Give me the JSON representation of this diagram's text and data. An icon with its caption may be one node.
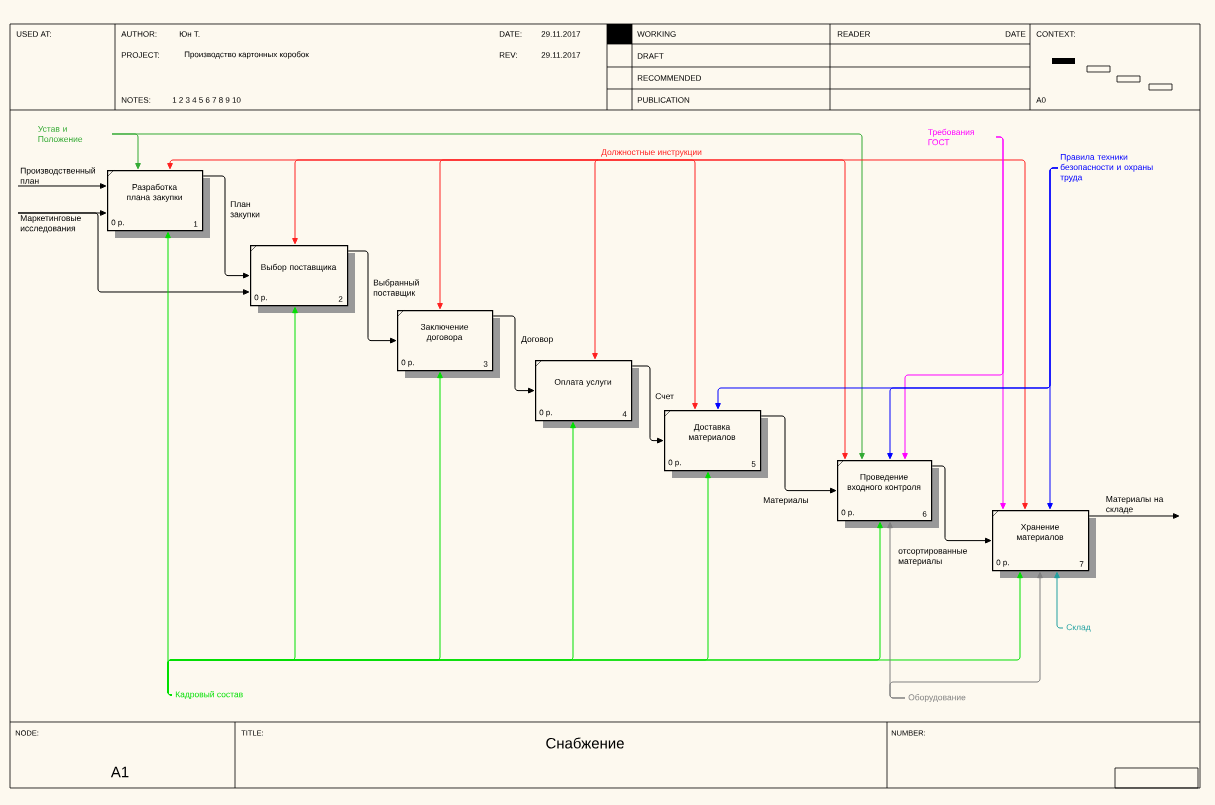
{
  "diagram": {
    "title": "Снабжение",
    "nodes": [
      {
        "text": [
          "Разработка плана закупки",
          "0 р.",
          "1"
        ]
      },
      {
        "text": [
          "Выбор поставщика",
          "0 р.",
          "2"
        ]
      },
      {
        "text": [
          "Заключение договора",
          "0 р.",
          "3"
        ]
      },
      {
        "text": [
          "Оплата услуги",
          "0 р.",
          "4"
        ]
      },
      {
        "text": [
          "Доставка материалов",
          "0 р.",
          "5"
        ]
      },
      {
        "text": [
          "Проведение входного контроля",
          "0 р.",
          "6"
        ]
      },
      {
        "text": [
          "Хранение материалов",
          "0 р.",
          "7"
        ]
      },
      {
        "text": [
          "Производственный план"
        ]
      },
      {
        "text": [
          "Маркетинговые исследования"
        ]
      },
      {
        "text": [
          "Устав и Положение"
        ]
      },
      {
        "text": [
          "Должностные инструкции"
        ]
      },
      {
        "text": [
          "Требования ГОСТ"
        ]
      },
      {
        "text": [
          "Правила техники безопасности и охраны труда"
        ]
      },
      {
        "text": [
          "Кадровый состав"
        ]
      },
      {
        "text": [
          "Оборудование"
        ]
      },
      {
        "text": [
          "Склад"
        ]
      },
      {
        "text": [
          "Материалы на складе"
        ]
      }
    ],
    "edges": [
      {
        "from": 7,
        "to": 0,
        "arrow": "to"
      },
      {
        "from": 8,
        "to": 0,
        "arrow": "to"
      },
      {
        "from": 8,
        "to": 1,
        "arrow": "to"
      },
      {
        "from": 9,
        "to": 0,
        "arrow": "to",
        "color": "#33aa33"
      },
      {
        "from": 9,
        "to": 5,
        "arrow": "to",
        "color": "#33aa33"
      },
      {
        "from": 10,
        "to": 0,
        "arrow": "to",
        "color": "#ff2020"
      },
      {
        "from": 10,
        "to": 1,
        "arrow": "to",
        "color": "#ff2020"
      },
      {
        "from": 10,
        "to": 2,
        "arrow": "to",
        "color": "#ff2020"
      },
      {
        "from": 10,
        "to": 3,
        "arrow": "to",
        "color": "#ff2020"
      },
      {
        "from": 10,
        "to": 4,
        "arrow": "to",
        "color": "#ff2020"
      },
      {
        "from": 10,
        "to": 5,
        "arrow": "to",
        "color": "#ff2020"
      },
      {
        "from": 10,
        "to": 6,
        "arrow": "to",
        "color": "#ff2020"
      },
      {
        "from": 11,
        "to": 5,
        "arrow": "to",
        "color": "#ff00ff"
      },
      {
        "from": 11,
        "to": 6,
        "arrow": "to",
        "color": "#ff00ff"
      },
      {
        "from": 12,
        "to": 4,
        "arrow": "to",
        "color": "#0000ff"
      },
      {
        "from": 12,
        "to": 5,
        "arrow": "to",
        "color": "#0000ff"
      },
      {
        "from": 12,
        "to": 6,
        "arrow": "to",
        "color": "#0000ff"
      },
      {
        "from": 13,
        "to": 0,
        "arrow": "to",
        "color": "#00e000"
      },
      {
        "from": 13,
        "to": 1,
        "arrow": "to",
        "color": "#00e000"
      },
      {
        "from": 13,
        "to": 2,
        "arrow": "to",
        "color": "#00e000"
      },
      {
        "from": 13,
        "to": 3,
        "arrow": "to",
        "color": "#00e000"
      },
      {
        "from": 13,
        "to": 4,
        "arrow": "to",
        "color": "#00e000"
      },
      {
        "from": 13,
        "to": 5,
        "arrow": "to",
        "color": "#00e000"
      },
      {
        "from": 13,
        "to": 6,
        "arrow": "to",
        "color": "#00e000"
      },
      {
        "from": 14,
        "to": 5,
        "arrow": "to",
        "color": "#808080"
      },
      {
        "from": 14,
        "to": 6,
        "arrow": "to",
        "color": "#808080"
      },
      {
        "from": 15,
        "to": 6,
        "arrow": "to",
        "color": "#20a0a0"
      },
      {
        "from": 6,
        "to": 16,
        "arrow": "to"
      },
      {
        "from": 0,
        "to": 1,
        "arrow": "to",
        "label": "План закупки"
      },
      {
        "from": 1,
        "to": 2,
        "arrow": "to",
        "label": "Выбранный поставщик"
      },
      {
        "from": 2,
        "to": 3,
        "arrow": "to",
        "label": "Договор"
      },
      {
        "from": 3,
        "to": 4,
        "arrow": "to",
        "label": "Счет"
      },
      {
        "from": 4,
        "to": 5,
        "arrow": "to",
        "label": "Материалы"
      },
      {
        "from": 5,
        "to": 6,
        "arrow": "to",
        "label": "отсортированные материалы"
      }
    ],
    "labels": [
      "USED AT:",
      "AUTHOR:",
      "Юн Т.",
      "DATE:",
      "29.11.2017",
      "WORKING",
      "READER",
      "DATE",
      "CONTEXT:",
      "PROJECT:",
      "Производство картонных коробок",
      "REV:",
      "29.11.2017",
      "DRAFT",
      "RECOMMENDED",
      "NOTES:",
      "1 2 3 4 5 6 7 8 9 10",
      "PUBLICATION",
      "A0",
      "NODE:",
      "TITLE:",
      "NUMBER:",
      "A1"
    ]
  }
}
